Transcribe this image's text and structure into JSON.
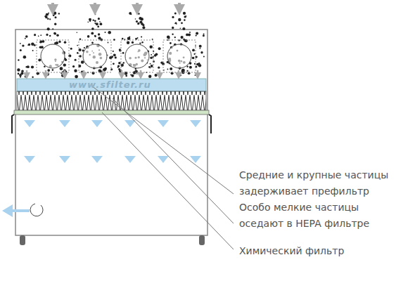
{
  "diagram": {
    "labels": [
      "www.sfilter.ru",
      "Средние и крупные частицы задерживает префильтр",
      "Особо мелкие частицы оседают в HEPA фильтре",
      "Химический фильтр"
    ]
  }
}
